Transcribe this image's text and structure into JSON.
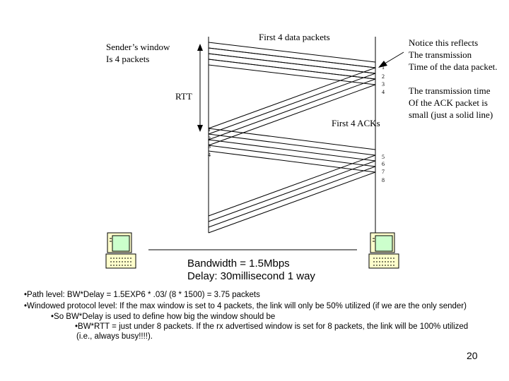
{
  "diagram": {
    "top_label": "First 4 data packets",
    "sender_window": "Sender’s window\nIs 4 packets",
    "rtt_label": "RTT",
    "acks_label": "First 4 ACKs",
    "note_transmission": "Notice this reflects\nThe transmission\nTime of the data packet.",
    "note_ack": "The transmission time\nOf the ACK packet is\nsmall (just a solid line)",
    "data_packet_numbers": [
      "1",
      "2",
      "3",
      "4"
    ],
    "ack_numbers": [
      "1",
      "2",
      "3",
      "4"
    ],
    "next_packet_numbers": [
      "5",
      "6",
      "7",
      "8"
    ],
    "line_color": "#000000",
    "computer_screen_color": "#ccffcc",
    "computer_body_color": "#ffffcc"
  },
  "link": {
    "bandwidth": "Bandwidth = 1.5Mbps",
    "delay": "Delay:  30millisecond 1 way"
  },
  "bullets": [
    "•Path level:  BW*Delay = 1.5EXP6 * .03/ (8 * 1500) = 3.75 packets",
    "•Windowed protocol level: If the max window is set to 4 packets, the link will only be 50% utilized (if we are the only sender)",
    "•So BW*Delay is used to define how big the window should be",
    "•BW*RTT = just under 8 packets.  If the rx advertised window is set for 8 packets, the link will be 100% utilized",
    "(i.e., always busy!!!!)."
  ],
  "page_number": "20"
}
